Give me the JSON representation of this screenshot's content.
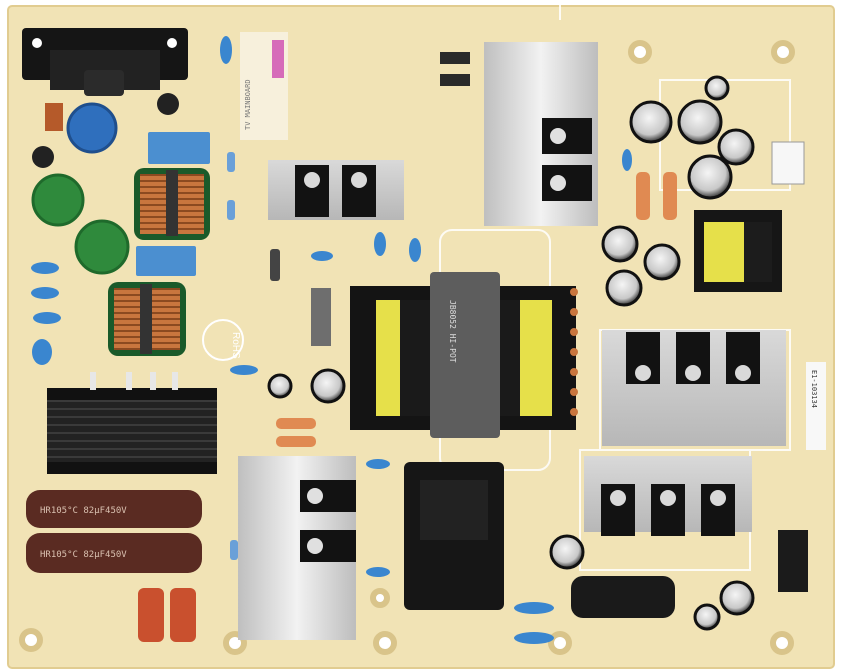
{
  "board": {
    "silk_label_text": "TV MAINBOARD",
    "rohs_mark": "RoHS",
    "capacitor_marking": "HR105°C 82μF450V",
    "transformer_marking": "JB8052 HI-POT",
    "side_label": "E1-103134"
  },
  "colors": {
    "pcb": "#f1e3b5",
    "pcb_edge": "#e6d39d",
    "heatsink": "#d6d6d6",
    "heatsink_black": "#1c1c1c",
    "capacitor_brown": "#5a2b22",
    "varistor_green": "#2f8a3c",
    "x_cap_blue": "#4b8fd0",
    "transformer_core": "#5d5d5d",
    "yellow_tape": "#e6e04a",
    "copper": "#c8763e"
  }
}
